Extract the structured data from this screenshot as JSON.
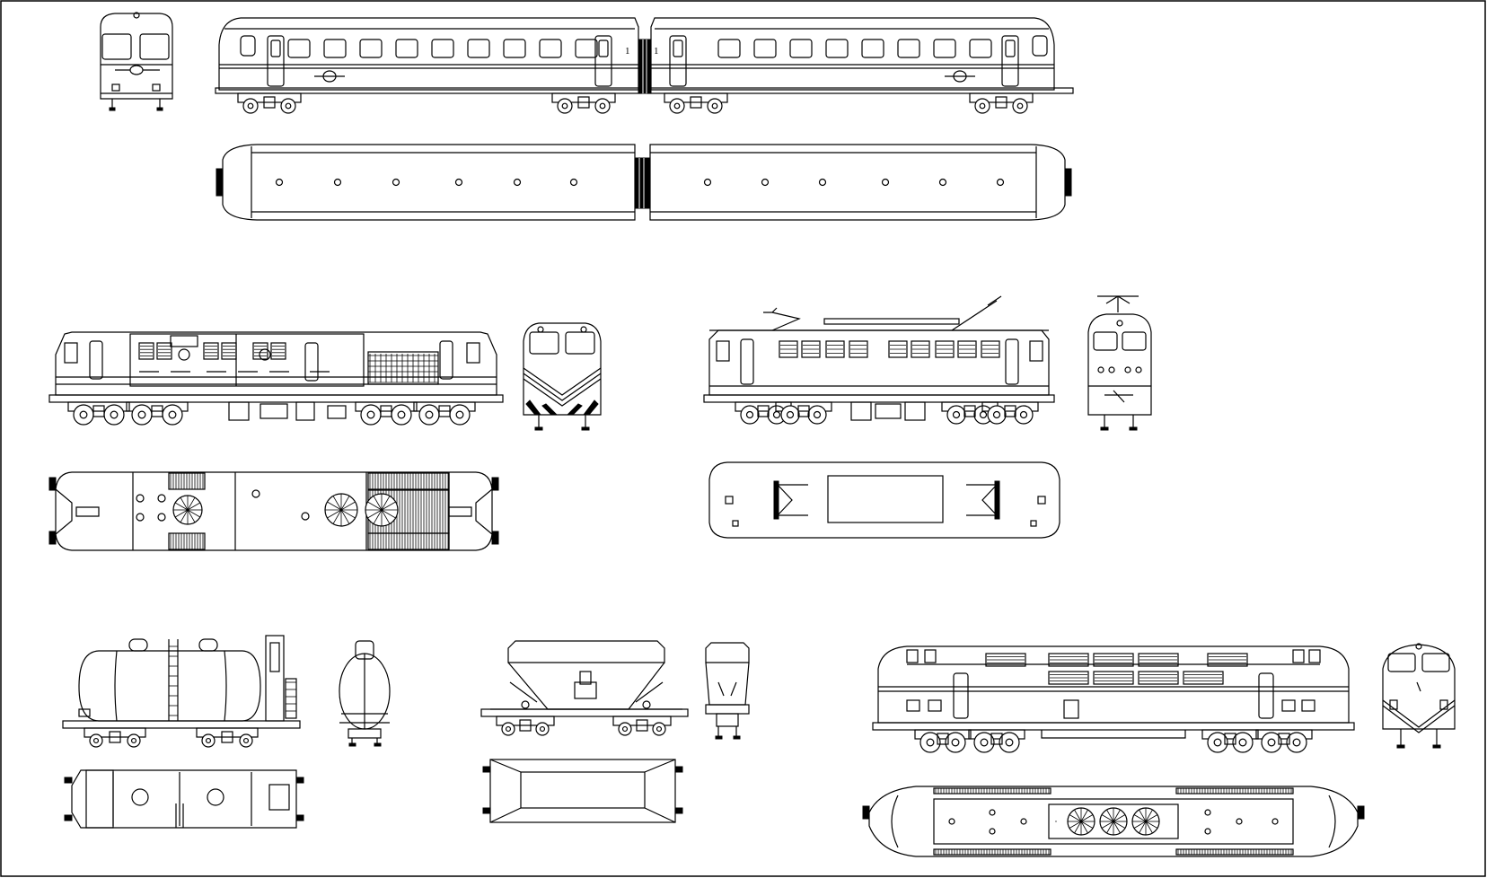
{
  "sheet": {
    "frame_color": "#000000",
    "background": "#ffffff",
    "line_color": "#000000"
  },
  "railcar": {
    "car_numbers": [
      "1",
      "1"
    ]
  },
  "drawings": [
    {
      "id": "railcar-front-view"
    },
    {
      "id": "railcar-side-view"
    },
    {
      "id": "railcar-roof-view"
    },
    {
      "id": "diesel-loco-side-view"
    },
    {
      "id": "diesel-loco-front-view"
    },
    {
      "id": "diesel-loco-roof-view"
    },
    {
      "id": "electric-loco-side-view"
    },
    {
      "id": "electric-loco-front-view"
    },
    {
      "id": "electric-loco-roof-view"
    },
    {
      "id": "tank-wagon-side-view"
    },
    {
      "id": "tank-wagon-end-view"
    },
    {
      "id": "tank-wagon-top-view"
    },
    {
      "id": "hopper-wagon-side-view"
    },
    {
      "id": "hopper-wagon-end-view"
    },
    {
      "id": "hopper-wagon-top-view"
    },
    {
      "id": "mainline-diesel-side-view"
    },
    {
      "id": "mainline-diesel-front-view"
    },
    {
      "id": "mainline-diesel-roof-view"
    }
  ]
}
